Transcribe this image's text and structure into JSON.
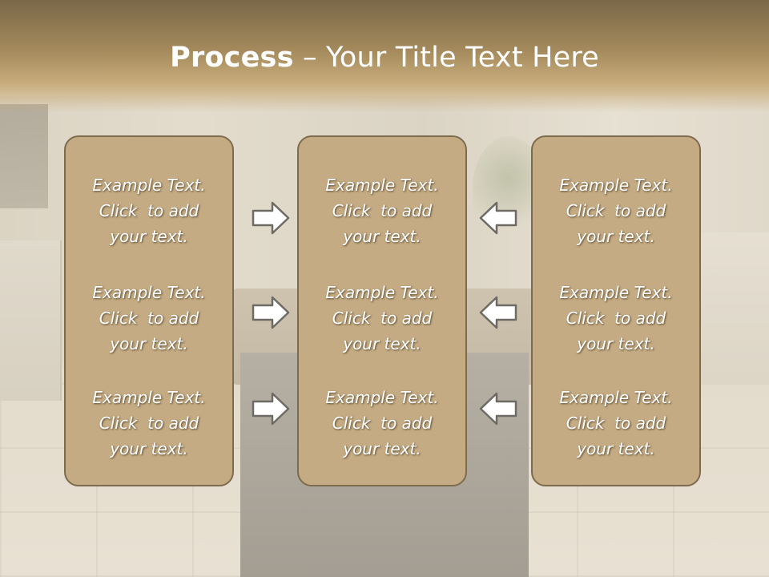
{
  "title": {
    "bold": "Process",
    "rest": " – Your Title Text Here"
  },
  "columns": [
    {
      "items": [
        {
          "line1": "Example Text.",
          "line2": "Click  to add",
          "line3": "your text."
        },
        {
          "line1": "Example Text.",
          "line2": "Click  to add",
          "line3": "your text."
        },
        {
          "line1": "Example Text.",
          "line2": "Click  to add",
          "line3": "your text."
        }
      ]
    },
    {
      "items": [
        {
          "line1": "Example Text.",
          "line2": "Click  to add",
          "line3": "your text."
        },
        {
          "line1": "Example Text.",
          "line2": "Click  to add",
          "line3": "your text."
        },
        {
          "line1": "Example Text.",
          "line2": "Click  to add",
          "line3": "your text."
        }
      ]
    },
    {
      "items": [
        {
          "line1": "Example Text.",
          "line2": "Click  to add",
          "line3": "your text."
        },
        {
          "line1": "Example Text.",
          "line2": "Click  to add",
          "line3": "your text."
        },
        {
          "line1": "Example Text.",
          "line2": "Click  to add",
          "line3": "your text."
        }
      ]
    }
  ],
  "arrows": {
    "left_side": "arrow-right-icon",
    "right_side": "arrow-left-icon"
  },
  "colors": {
    "box_fill": "#c4ab83",
    "box_border": "#7d6b4e",
    "title_band": "#a48a5c",
    "text": "#ffffff"
  }
}
